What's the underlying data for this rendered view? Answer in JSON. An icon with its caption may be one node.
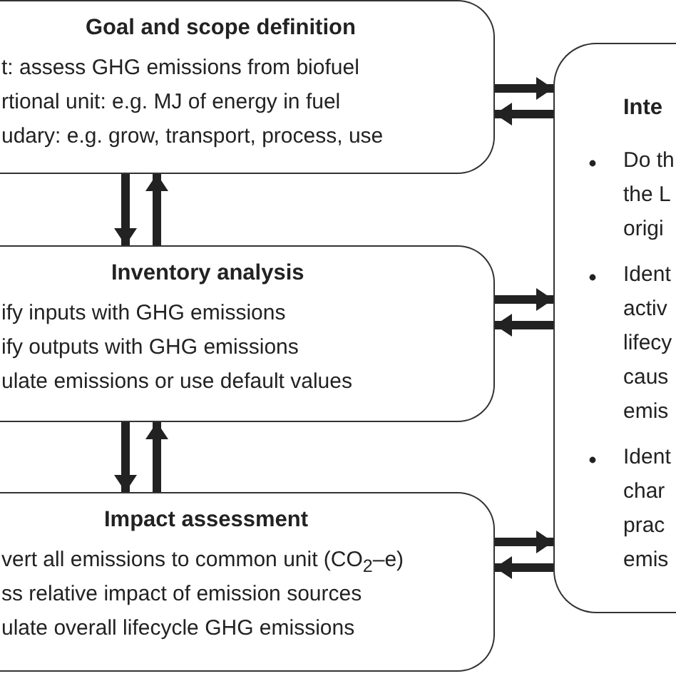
{
  "diagram": {
    "nodes": [
      {
        "text": [
          "Goal and scope definition",
          "t: assess GHG emissions from biofuel",
          "rtional unit: e.g. MJ of energy in fuel",
          "udary: e.g. grow, transport, process, use"
        ]
      },
      {
        "text": [
          "Inventory analysis",
          "ify inputs with GHG emissions",
          "ify outputs with GHG emissions",
          "ulate emissions or use default values"
        ]
      },
      {
        "text": [
          "Impact assessment",
          "vert all emissions to common unit (CO$_{2}$–e)",
          "ss relative impact of emission sources",
          "ulate overall lifecycle GHG emissions"
        ]
      },
      {
        "text": [
          "Inte",
          "Do th the L origi",
          "Ident activ lifecy caus emis",
          "Ident char prac emis"
        ]
      }
    ],
    "edges": [
      {
        "from": 0,
        "to": 1,
        "arrow": "to"
      },
      {
        "from": 1,
        "to": 0,
        "arrow": "to"
      },
      {
        "from": 1,
        "to": 2,
        "arrow": "to"
      },
      {
        "from": 2,
        "to": 1,
        "arrow": "to"
      },
      {
        "from": 0,
        "to": 3,
        "arrow": "to"
      },
      {
        "from": 3,
        "to": 0,
        "arrow": "to"
      },
      {
        "from": 1,
        "to": 3,
        "arrow": "to"
      },
      {
        "from": 3,
        "to": 1,
        "arrow": "to"
      },
      {
        "from": 2,
        "to": 3,
        "arrow": "to"
      },
      {
        "from": 3,
        "to": 2,
        "arrow": "to"
      }
    ]
  }
}
